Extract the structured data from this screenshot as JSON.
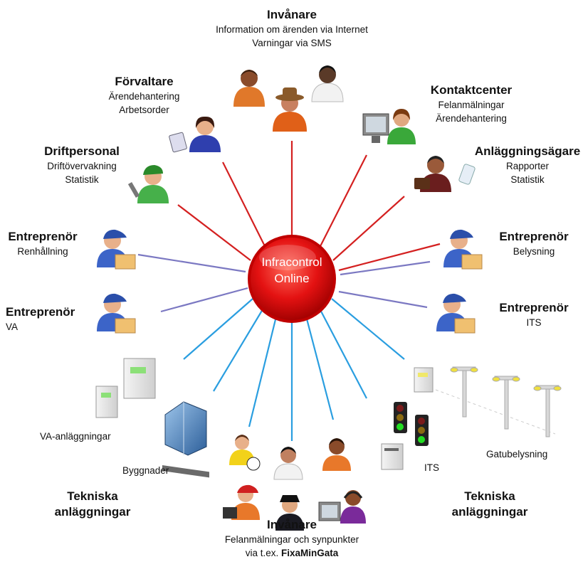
{
  "center": {
    "line1": "Infracontrol",
    "line2": "Online"
  },
  "colors": {
    "red_lines": "#d42020",
    "purple_lines": "#7b78c2",
    "blue_lines": "#2a9ee0",
    "hub": "#e01010"
  },
  "nodes": {
    "invanare_top": {
      "title": "Invånare",
      "line1": "Information om ärenden via Internet",
      "line2": "Varningar via SMS"
    },
    "forvaltare": {
      "title": "Förvaltare",
      "line1": "Ärendehantering",
      "line2": "Arbetsorder"
    },
    "kontaktcenter": {
      "title": "Kontaktcenter",
      "line1": "Felanmälningar",
      "line2": "Ärendehantering"
    },
    "driftpersonal": {
      "title": "Driftpersonal",
      "line1": "Driftövervakning",
      "line2": "Statistik"
    },
    "anlaggningsagare": {
      "title": "Anläggningsägare",
      "line1": "Rapporter",
      "line2": "Statistik"
    },
    "entreprenor_renhallning": {
      "title": "Entreprenör",
      "line1": "Renhållning"
    },
    "entreprenor_belysning": {
      "title": "Entreprenör",
      "line1": "Belysning"
    },
    "entreprenor_va": {
      "title": "Entreprenör",
      "line1": "VA"
    },
    "entreprenor_its": {
      "title": "Entreprenör",
      "line1": "ITS"
    },
    "invanare_bottom": {
      "title": "Invånare",
      "line1": "Felanmälningar och synpunkter",
      "line2_prefix": "via t.ex. ",
      "line2_bold": "FixaMinGata"
    }
  },
  "facilities": {
    "va": "VA-anläggningar",
    "byggnader": "Byggnader",
    "its": "ITS",
    "gatubelysning": "Gatubelysning",
    "tekniska_left": [
      "Tekniska",
      "anläggningar"
    ],
    "tekniska_right": [
      "Tekniska",
      "anläggningar"
    ]
  }
}
